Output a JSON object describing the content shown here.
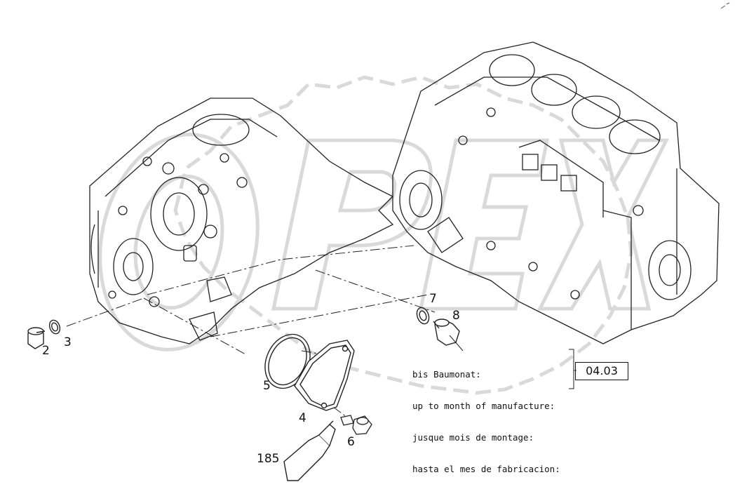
{
  "watermark": {
    "text": "OPEX",
    "color": "#d9d9d9"
  },
  "callouts": {
    "c2": "2",
    "c3": "3",
    "c4": "4",
    "c5": "5",
    "c6": "6",
    "c7": "7",
    "c8": "8",
    "c185": "185"
  },
  "note": {
    "lines": [
      "bis Baumonat:",
      "up to month of manufacture:",
      "jusque mois de montage:",
      "hasta el mes de fabricacion:"
    ],
    "date_code": "04.03"
  },
  "colors": {
    "line": "#222222",
    "watermark": "#d9d9d9"
  }
}
